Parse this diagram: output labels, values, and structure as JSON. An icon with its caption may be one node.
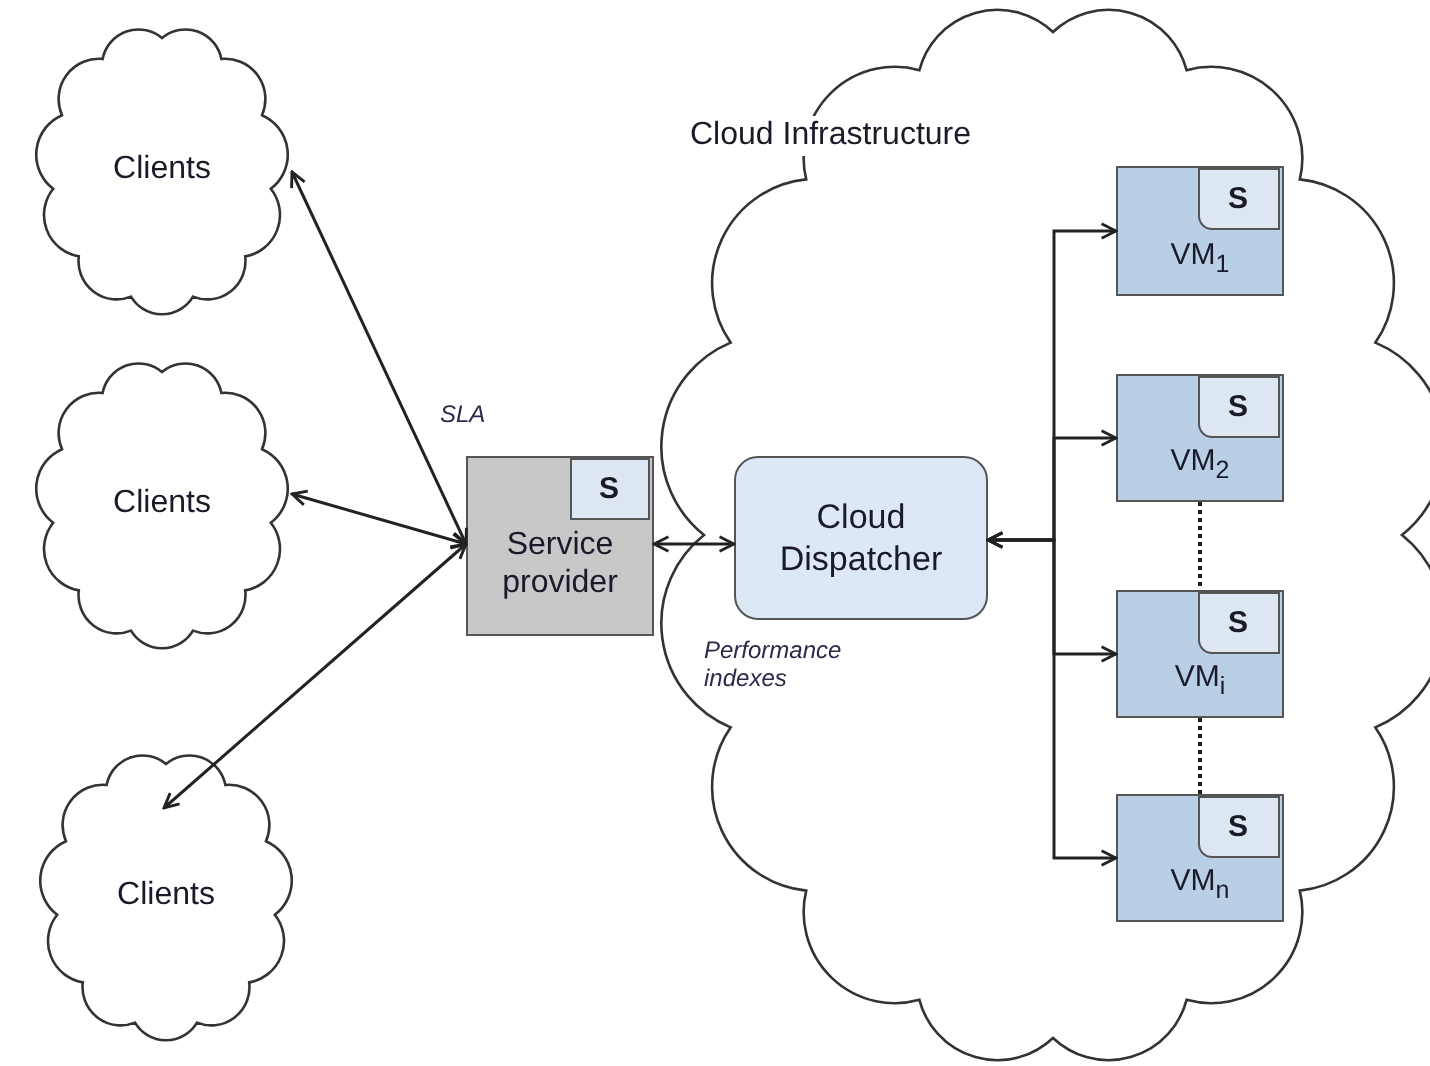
{
  "diagram": {
    "nodes": [
      {
        "text": [
          "Clients"
        ]
      },
      {
        "text": [
          "Clients"
        ]
      },
      {
        "text": [
          "Clients"
        ]
      },
      {
        "text": [
          "Cloud Infrastructure"
        ]
      },
      {
        "text": [
          "Service provider"
        ]
      },
      {
        "text": [
          "S"
        ],
        "in": 4
      },
      {
        "text": [
          "Cloud Dispatcher"
        ],
        "in": 3
      },
      {
        "text": [
          "VM$_{1}$"
        ],
        "in": 3
      },
      {
        "text": [
          "S"
        ],
        "in": 7
      },
      {
        "text": [
          "VM$_{2}$"
        ],
        "in": 3
      },
      {
        "text": [
          "S"
        ],
        "in": 9
      },
      {
        "text": [
          "VM$_{i}$"
        ],
        "in": 3
      },
      {
        "text": [
          "S"
        ],
        "in": 11
      },
      {
        "text": [
          "VM$_{n}$"
        ],
        "in": 3
      },
      {
        "text": [
          "S"
        ],
        "in": 13
      }
    ],
    "edges": [
      {
        "from": 0,
        "to": 4,
        "arrow": "both"
      },
      {
        "from": 1,
        "to": 4,
        "arrow": "both"
      },
      {
        "from": 2,
        "to": 4,
        "arrow": "both"
      },
      {
        "from": 4,
        "to": 6,
        "arrow": "both"
      },
      {
        "from": 6,
        "to": 7,
        "arrow": "both"
      },
      {
        "from": 6,
        "to": 9,
        "arrow": "both"
      },
      {
        "from": 6,
        "to": 11,
        "arrow": "both"
      },
      {
        "from": 6,
        "to": 13,
        "arrow": "both"
      },
      {
        "from": 9,
        "to": 11,
        "arrow": "none",
        "style": "dashed"
      },
      {
        "from": 11,
        "to": 13,
        "arrow": "none",
        "style": "dashed"
      }
    ],
    "labels": [
      "SLA",
      "Performance indexes"
    ]
  }
}
